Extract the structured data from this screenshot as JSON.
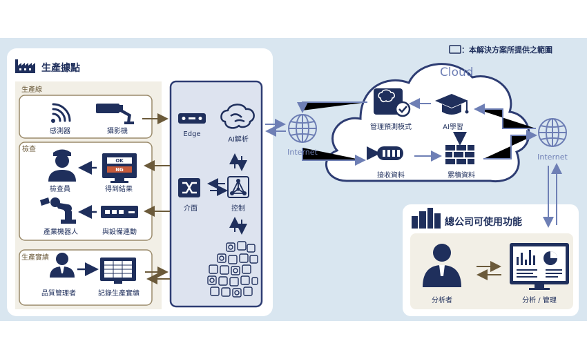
{
  "legend": {
    "text": "：本解決方案所提供之範圍"
  },
  "site": {
    "title": "生產據點",
    "line": {
      "title": "生產線",
      "sensor": "感測器",
      "camera": "攝影機"
    },
    "inspection": {
      "title": "檢查",
      "inspector": "檢查員",
      "result": "得到結果",
      "ok": "OK",
      "ng": "NG",
      "robot": "產業機器人",
      "equipment": "與設備連動"
    },
    "record": {
      "title": "生產實績",
      "manager": "品質管理者",
      "record": "記錄生產實績"
    }
  },
  "edge_panel": {
    "edge": "Edge",
    "ai": "AI解析",
    "interface": "介面",
    "control": "控制"
  },
  "cloud": {
    "title": "Cloud",
    "model": "管理預測模式",
    "learning": "AI學習",
    "receive": "接收資料",
    "accumulate": "累積資料"
  },
  "network": {
    "internet_left": "Internet",
    "internet_right": "Internet"
  },
  "hq": {
    "title": "總公司可使用功能",
    "analyst": "分析者",
    "analysis": "分析 / 管理"
  },
  "colors": {
    "navy": "#1f2f5c",
    "frame": "#2e3d73",
    "panel_bg": "#dde3ef",
    "backdrop": "#d9e6f0",
    "cloud_outline": "#2e3d73",
    "arrow_brown": "#6b5a3a",
    "arrow_blue": "#6e7fb5",
    "section_border": "#9a8a6a"
  }
}
